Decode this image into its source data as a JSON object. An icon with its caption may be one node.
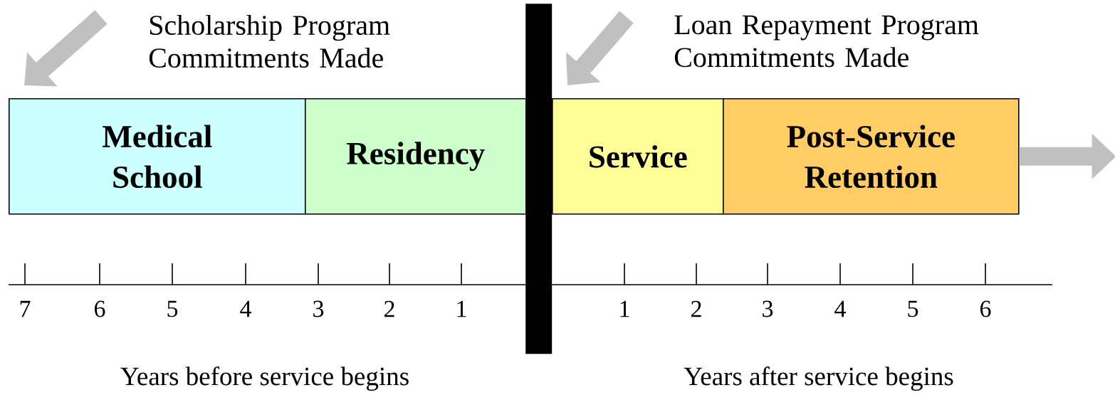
{
  "diagram": {
    "nodes": [
      {
        "text": [
          "Scholarship Program Commitments Made"
        ]
      },
      {
        "text": [
          "Loan Repayment Program Commitments Made"
        ]
      },
      {
        "text": [
          "Medical School"
        ]
      },
      {
        "text": [
          "Residency"
        ]
      },
      {
        "text": [
          "Service"
        ]
      },
      {
        "text": [
          "Post-Service Retention"
        ]
      },
      {
        "text": [],
        "shape": "bar"
      }
    ],
    "edges": [
      {
        "from": 0,
        "to": 2,
        "arrow": "to"
      },
      {
        "from": 1,
        "to": 4,
        "arrow": "to"
      },
      {
        "from": 5,
        "to": null,
        "arrow": "to"
      }
    ],
    "labels": [
      "7",
      "6",
      "5",
      "4",
      "3",
      "2",
      "1",
      "1",
      "2",
      "3",
      "4",
      "5",
      "6",
      "Years before service begins",
      "Years after service begins"
    ]
  }
}
